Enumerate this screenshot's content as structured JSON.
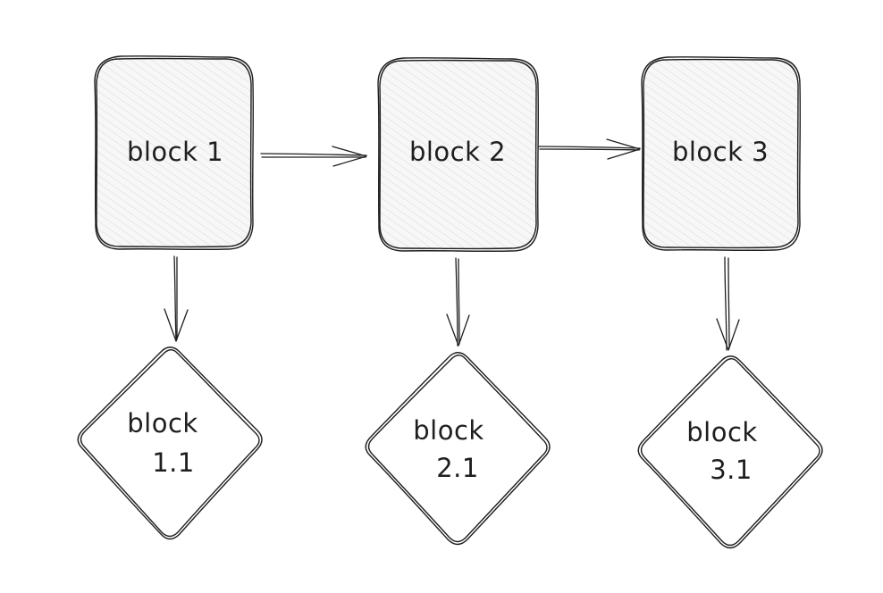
{
  "diagram": {
    "colors": {
      "stroke": "#1e1e1e",
      "hatch": "#d8d8d8",
      "box_fill": "#f7f7f7",
      "background": "#ffffff"
    },
    "nodes": {
      "block1": {
        "shape": "rounded-rect",
        "lines": [
          "block 1"
        ]
      },
      "block2": {
        "shape": "rounded-rect",
        "lines": [
          "block 2"
        ]
      },
      "block3": {
        "shape": "rounded-rect",
        "lines": [
          "block 3"
        ]
      },
      "block11": {
        "shape": "diamond",
        "lines": [
          "block",
          "1.1"
        ]
      },
      "block21": {
        "shape": "diamond",
        "lines": [
          "block",
          "2.1"
        ]
      },
      "block31": {
        "shape": "diamond",
        "lines": [
          "block",
          "3.1"
        ]
      }
    },
    "edges": [
      {
        "from": "block1",
        "to": "block2"
      },
      {
        "from": "block2",
        "to": "block3"
      },
      {
        "from": "block1",
        "to": "block11"
      },
      {
        "from": "block2",
        "to": "block21"
      },
      {
        "from": "block3",
        "to": "block31"
      }
    ]
  }
}
